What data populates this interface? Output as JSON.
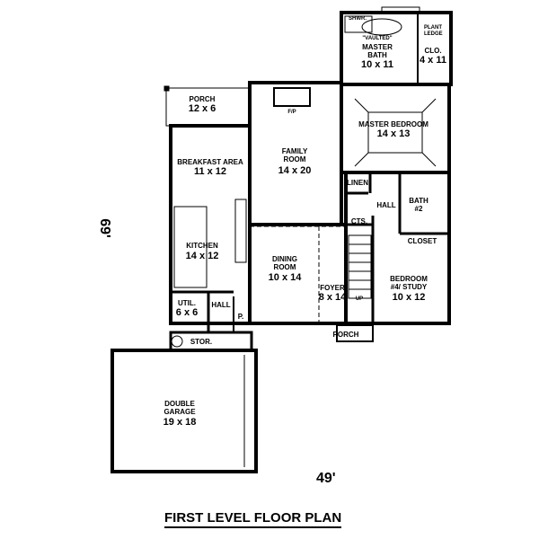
{
  "title": "FIRST LEVEL FLOOR PLAN",
  "dimensions": {
    "depth": "69'",
    "width": "49'"
  },
  "rooms": {
    "shower": {
      "name": "SHWR."
    },
    "master_bath": {
      "note": "\"VAULTED\"",
      "name": "MASTER BATH",
      "size": "10 x 11"
    },
    "plant_ledge": {
      "name": "PLANT LEDGE"
    },
    "closet_master": {
      "name": "CLO.",
      "size": "4 x 11"
    },
    "master_bedroom": {
      "name": "MASTER BEDROOM",
      "size": "14 x 13"
    },
    "porch_rear": {
      "name": "PORCH",
      "size": "12 x 6"
    },
    "fireplace": {
      "name": "F/P"
    },
    "family_room": {
      "name": "FAMILY ROOM",
      "size": "14 x 20"
    },
    "breakfast": {
      "name": "BREAKFAST AREA",
      "size": "11 x 12"
    },
    "linen": {
      "name": "LINEN"
    },
    "hall_upper": {
      "name": "HALL"
    },
    "bath2": {
      "name": "BATH #2"
    },
    "cts": {
      "name": "CTS."
    },
    "closet": {
      "name": "CLOSET"
    },
    "kitchen": {
      "name": "KITCHEN",
      "size": "14 x 12"
    },
    "dining": {
      "name": "DINING ROOM",
      "size": "10 x 14"
    },
    "foyer": {
      "name": "FOYER",
      "size": "8 x 14"
    },
    "stair": {
      "name": "UP"
    },
    "bedroom4": {
      "name": "BEDROOM #4/ STUDY",
      "size": "10 x 12"
    },
    "util": {
      "name": "UTIL.",
      "size": "6 x 6"
    },
    "hall_lower": {
      "name": "HALL"
    },
    "pantry": {
      "name": "P."
    },
    "porch_front": {
      "name": "PORCH"
    },
    "storage": {
      "name": "STOR."
    },
    "garage": {
      "name": "DOUBLE GARAGE",
      "size": "19 x 18"
    }
  }
}
